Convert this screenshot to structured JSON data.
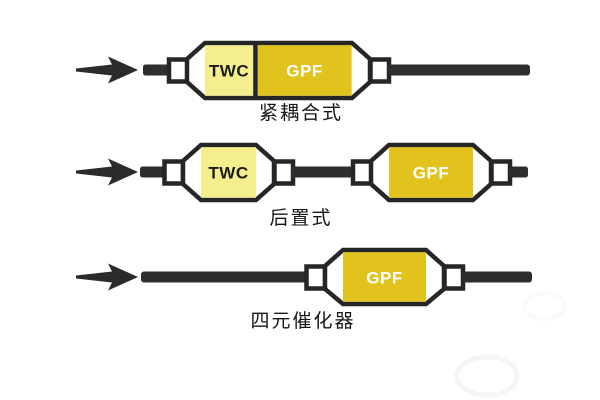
{
  "figure": {
    "description": "Exhaust aftertreatment layout diagram with three configurations",
    "colors": {
      "background": "#ffffff",
      "outline": "#262626",
      "pipe": "#2e2e2e",
      "arrow": "#2b2b2b",
      "connector_fill": "#ffffff",
      "twc_fill": "#f4ee8f",
      "gpf_fill": "#e2c31d",
      "twc_text": "#1c1c1c",
      "gpf_text": "#ffffff",
      "caption": "#161616",
      "watermark": "#ededed"
    },
    "rows": [
      {
        "caption": "紧耦合式",
        "labels": {
          "twc": "TWC",
          "gpf": "GPF"
        }
      },
      {
        "caption": "后置式",
        "labels": {
          "twc": "TWC",
          "gpf": "GPF"
        }
      },
      {
        "caption": "四元催化器",
        "labels": {
          "gpf": "GPF"
        }
      }
    ]
  }
}
